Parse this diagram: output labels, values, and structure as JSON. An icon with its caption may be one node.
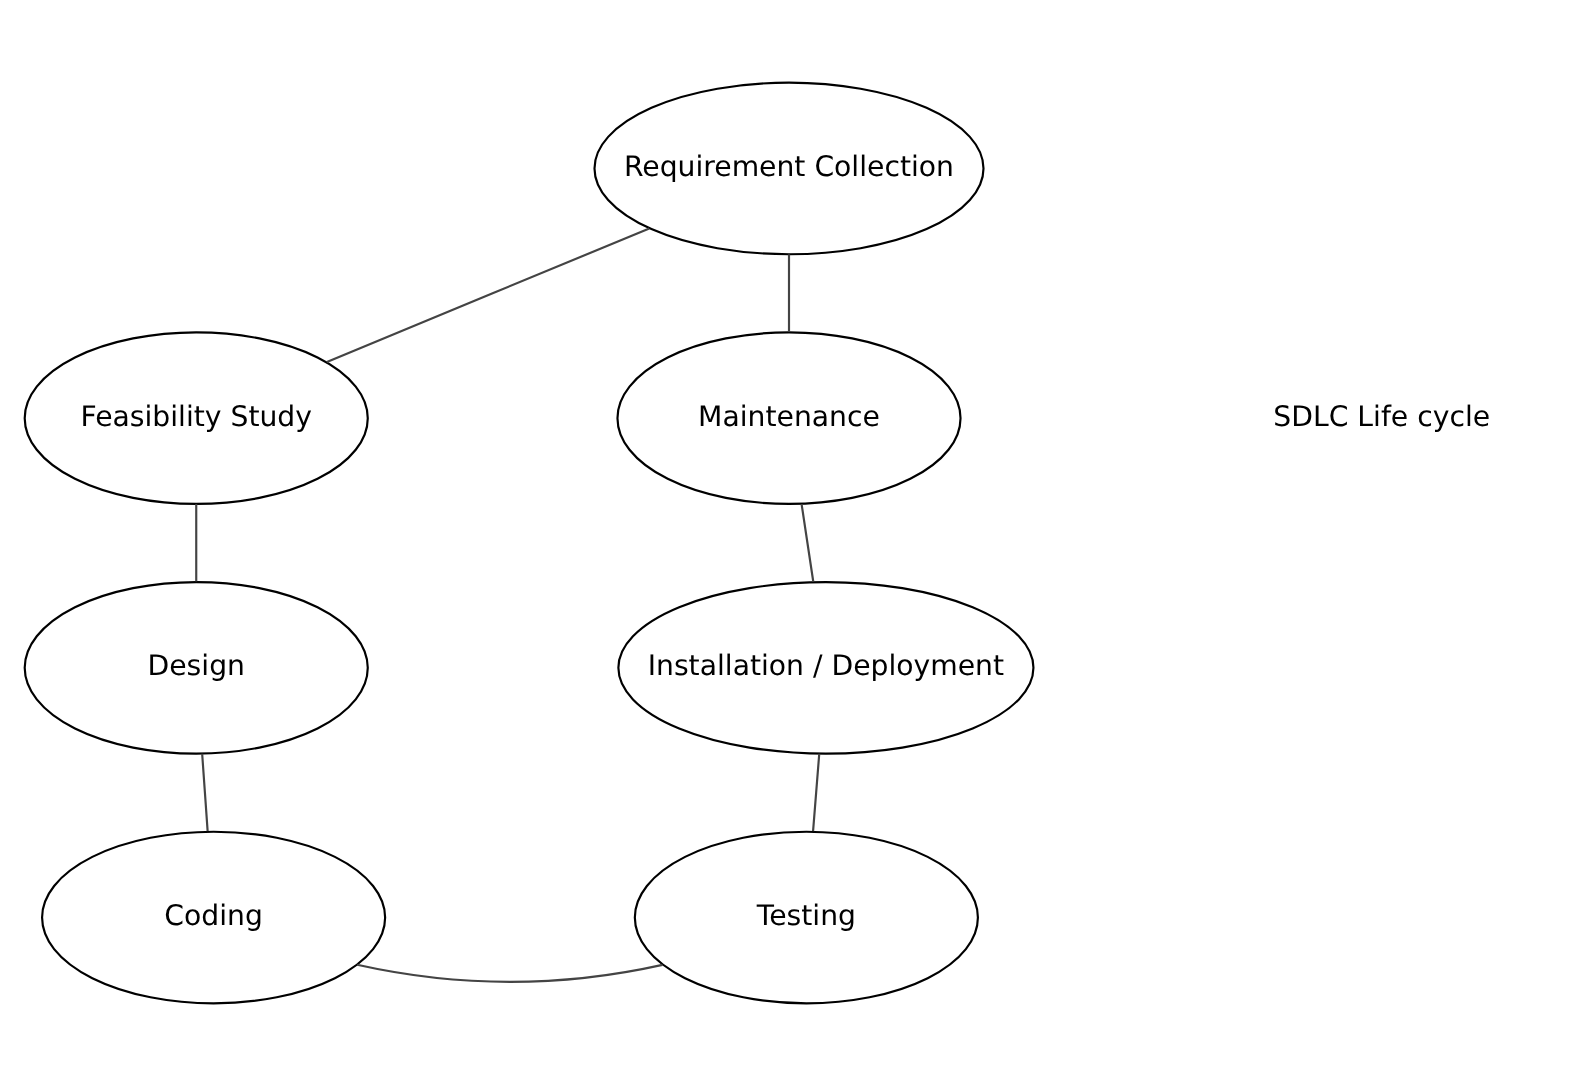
{
  "diagram": {
    "nodes": [
      {
        "text": [
          "Requirement Collection"
        ]
      },
      {
        "text": [
          "Feasibility Study"
        ]
      },
      {
        "text": [
          "Design"
        ]
      },
      {
        "text": [
          "Coding"
        ]
      },
      {
        "text": [
          "Testing"
        ]
      },
      {
        "text": [
          "Installation / Deployment"
        ]
      },
      {
        "text": [
          "Maintenance"
        ]
      }
    ],
    "edges": [
      {
        "from": 0,
        "to": 1,
        "arrow": "none"
      },
      {
        "from": 1,
        "to": 2,
        "arrow": "none"
      },
      {
        "from": 2,
        "to": 3,
        "arrow": "none"
      },
      {
        "from": 3,
        "to": 4,
        "arrow": "none"
      },
      {
        "from": 4,
        "to": 5,
        "arrow": "none"
      },
      {
        "from": 5,
        "to": 6,
        "arrow": "none"
      },
      {
        "from": 6,
        "to": 0,
        "arrow": "none"
      }
    ],
    "labels": [
      "SDLC Life cycle"
    ]
  }
}
